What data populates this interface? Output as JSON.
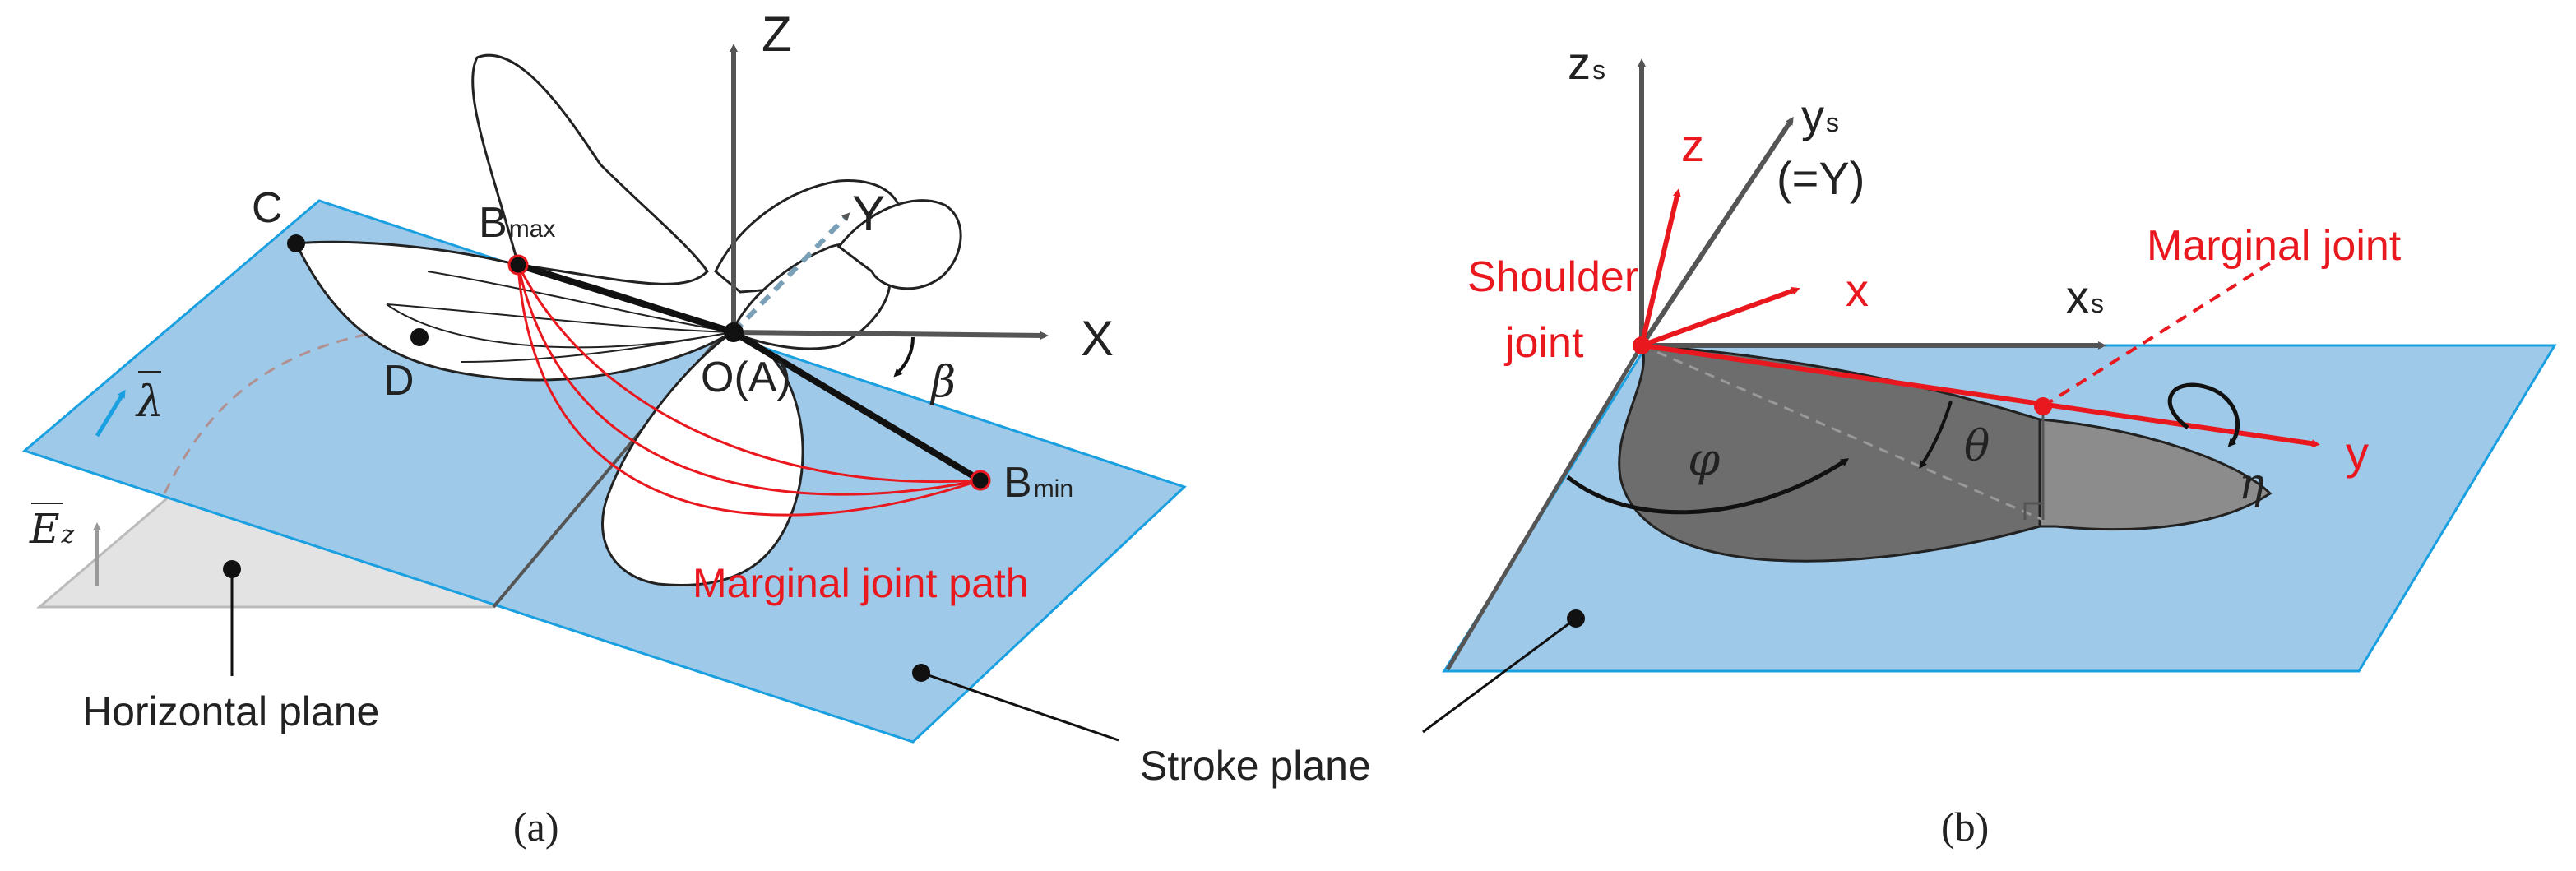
{
  "panel_a": {
    "caption": "(a)",
    "axis_z": "Z",
    "axis_y": "Y",
    "axis_x": "X",
    "point_c": "C",
    "point_d": "D",
    "point_bmax_main": "B",
    "point_bmax_sub": "max",
    "point_bmin_main": "B",
    "point_bmin_sub": "min",
    "origin": "O(A)",
    "beta": "β",
    "lambda": "λ",
    "ez_main": "E",
    "ez_sub": "z",
    "marginal_joint_path": "Marginal joint path",
    "horizontal_plane": "Horizontal plane"
  },
  "stroke_plane": "Stroke plane",
  "panel_b": {
    "caption": "(b)",
    "zs_main": "z",
    "zs_sub": "s",
    "ys_main": "y",
    "ys_sub": "s",
    "ys_eq": "(=Y)",
    "xs_main": "x",
    "xs_sub": "s",
    "z": "z",
    "x": "x",
    "y": "y",
    "shoulder_joint_1": "Shoulder",
    "shoulder_joint_2": "joint",
    "marginal_joint": "Marginal joint",
    "phi": "φ",
    "theta": "θ",
    "eta": "η"
  },
  "colors": {
    "stroke_plane": "#9ec9e8",
    "stroke_plane_edge": "#1aa0e0",
    "horizontal_plane": "#e3e3e3",
    "wing_dark": "#6d6d6d",
    "wing_light": "#8c8c8c",
    "axis": "#555555",
    "accent_red": "#e8181e"
  }
}
